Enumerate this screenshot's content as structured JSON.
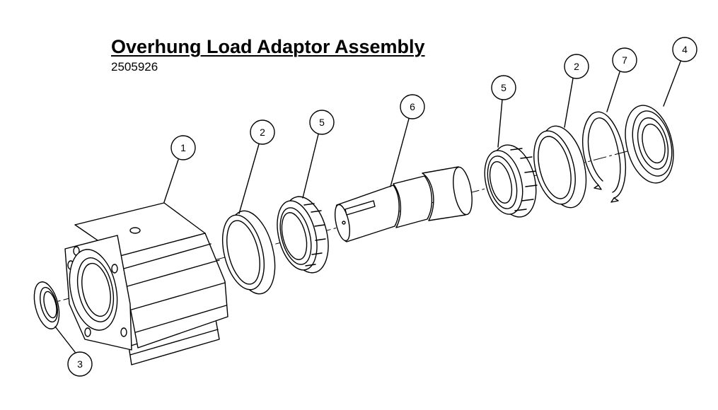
{
  "title": "Overhung Load Adaptor Assembly",
  "part_number": "2505926",
  "callouts": [
    "1",
    "2",
    "5",
    "6",
    "5",
    "2",
    "7",
    "4",
    "3"
  ]
}
